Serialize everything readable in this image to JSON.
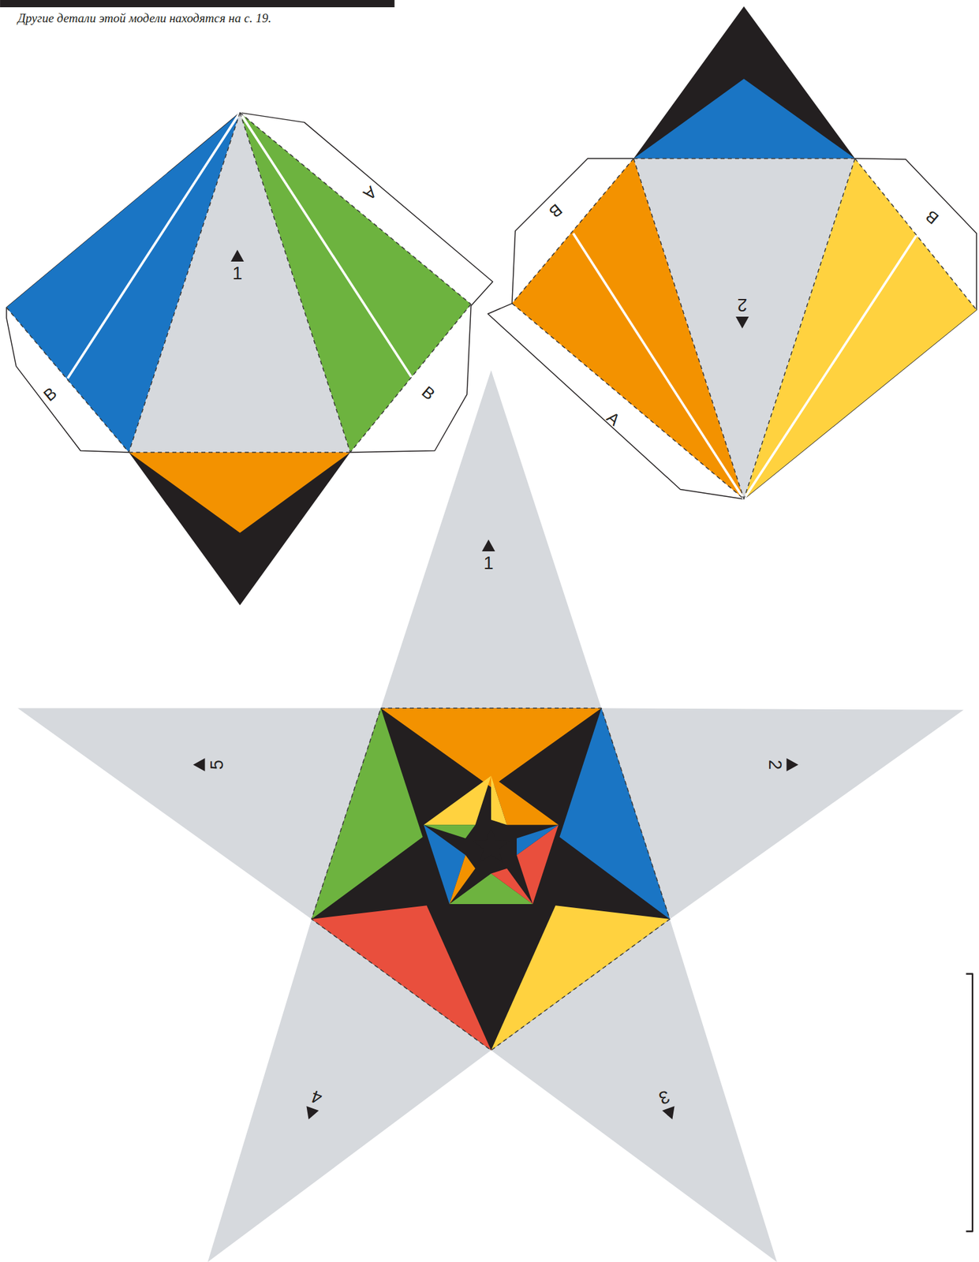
{
  "diagram": {
    "labels": [
      "Другие детали этой модели находятся на с. 19.",
      "1",
      "A",
      "B",
      "B",
      "2",
      "B",
      "B",
      "A",
      "1",
      "2",
      "3",
      "4",
      "5"
    ]
  }
}
